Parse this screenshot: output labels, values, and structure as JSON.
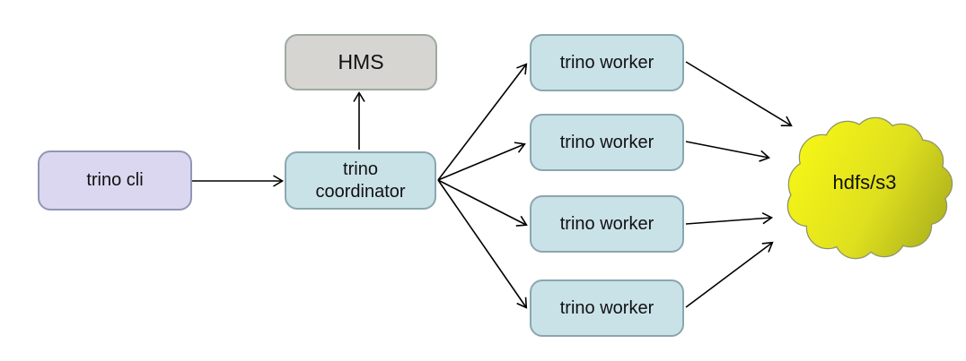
{
  "diagram": {
    "type": "architecture-flow",
    "nodes": {
      "trino_cli": {
        "label": "trino cli"
      },
      "hms": {
        "label": "HMS"
      },
      "coordinator": {
        "label": "trino\ncoordinator"
      },
      "workers": [
        {
          "label": "trino worker"
        },
        {
          "label": "trino worker"
        },
        {
          "label": "trino worker"
        },
        {
          "label": "trino worker"
        }
      ],
      "storage": {
        "label": "hdfs/s3",
        "shape": "cloud"
      }
    },
    "edges": [
      {
        "from": "trino cli",
        "to": "trino coordinator"
      },
      {
        "from": "trino coordinator",
        "to": "HMS"
      },
      {
        "from": "trino coordinator",
        "to": "trino worker 1"
      },
      {
        "from": "trino coordinator",
        "to": "trino worker 2"
      },
      {
        "from": "trino coordinator",
        "to": "trino worker 3"
      },
      {
        "from": "trino coordinator",
        "to": "trino worker 4"
      },
      {
        "from": "trino worker 1",
        "to": "hdfs/s3"
      },
      {
        "from": "trino worker 2",
        "to": "hdfs/s3"
      },
      {
        "from": "trino worker 3",
        "to": "hdfs/s3"
      },
      {
        "from": "trino worker 4",
        "to": "hdfs/s3"
      }
    ],
    "colors": {
      "background": "#ffffff",
      "arrow": "#000000",
      "text": "#111111",
      "cli_fill": "#dbd7f0",
      "cli_border": "#9196b4",
      "teal_fill": "#c9e2e8",
      "teal_border": "#8aa7ae",
      "hms_fill": "#d6d5d2",
      "hms_border": "#9cab9f",
      "cloud_yellow_light": "#f7f716",
      "cloud_yellow_dark": "#a9ae1c",
      "cloud_border": "#8f9469"
    }
  }
}
